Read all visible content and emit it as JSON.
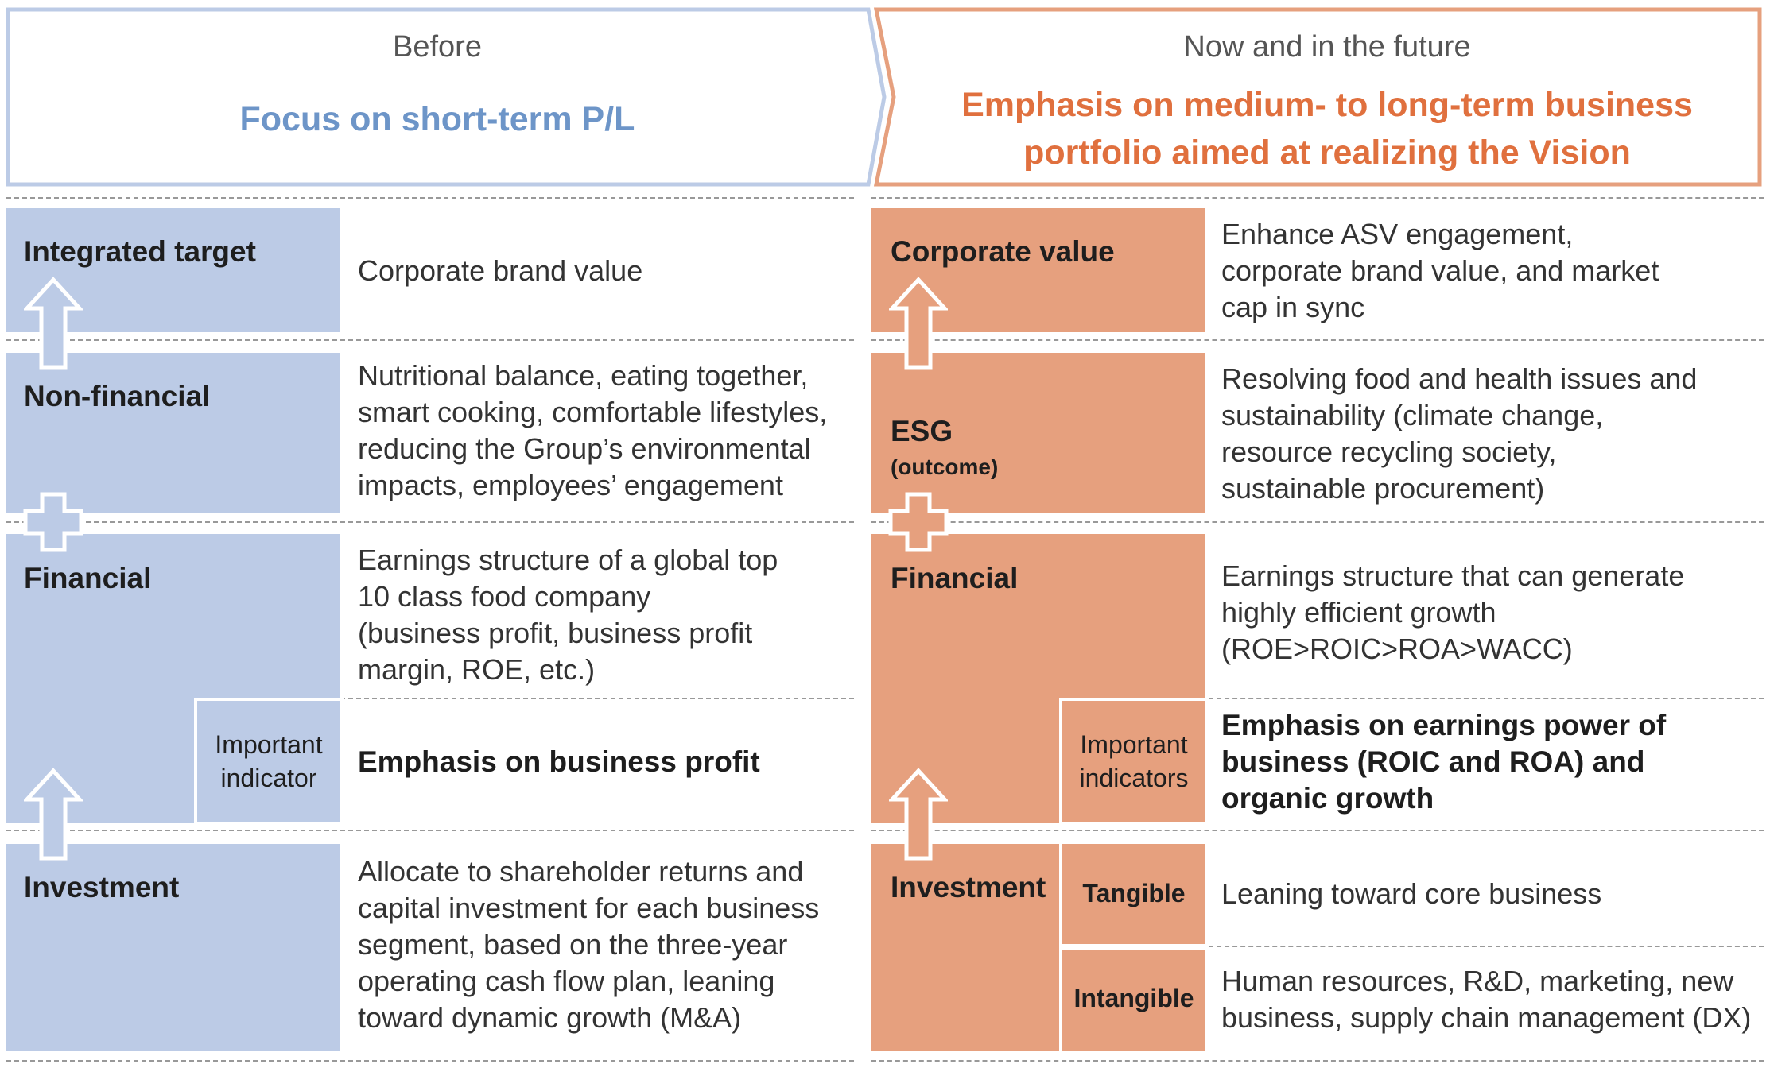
{
  "before": {
    "header_title": "Before",
    "header_subtitle": "Focus on short-term P/L",
    "rows": {
      "integrated_label": "Integrated target",
      "integrated_desc": "Corporate brand value",
      "nonfin_label": "Non-financial",
      "nonfin_desc": "Nutritional balance, eating together,\nsmart cooking, comfortable lifestyles,\nreducing the Group’s environmental\nimpacts, employees’ engagement",
      "financial_label": "Financial",
      "financial_desc": "Earnings structure of a global top\n10 class food company\n(business profit, business profit\nmargin, ROE, etc.)",
      "important_label": "Important\nindicator",
      "important_desc": "Emphasis on business profit",
      "investment_label": "Investment",
      "investment_desc": "Allocate to shareholder returns and\ncapital investment for each business\nsegment, based on the three-year\noperating cash flow plan, leaning\ntoward dynamic growth (M&A)"
    }
  },
  "future": {
    "header_title": "Now and in the future",
    "header_subtitle": "Emphasis on medium- to long-term business\nportfolio aimed at realizing the Vision",
    "rows": {
      "corporate_label": "Corporate value",
      "corporate_desc": "Enhance ASV engagement,\ncorporate brand value, and market\ncap in sync",
      "esg_label": "ESG",
      "esg_suffix": "(outcome)",
      "esg_desc": "Resolving food and health issues and\nsustainability (climate change,\nresource recycling society,\nsustainable procurement)",
      "financial_label": "Financial",
      "financial_desc": "Earnings structure that can generate\nhighly efficient growth\n(ROE>ROIC>ROA>WACC)",
      "important_label": "Important\nindicators",
      "important_desc": "Emphasis on earnings power of\nbusiness (ROIC and ROA) and\norganic growth",
      "investment_label": "Investment",
      "tangible_label": "Tangible",
      "tangible_desc": "Leaning toward core business",
      "intangible_label": "Intangible",
      "intangible_desc": "Human resources, R&D, marketing, new\nbusiness, supply chain management (DX)"
    }
  },
  "colors": {
    "blue_fill": "#bccbe6",
    "blue_text": "#6d95c8",
    "orange_fill": "#e6a07e",
    "orange_text": "#e0703e"
  },
  "icons": [
    "up-arrow-icon",
    "plus-icon"
  ]
}
